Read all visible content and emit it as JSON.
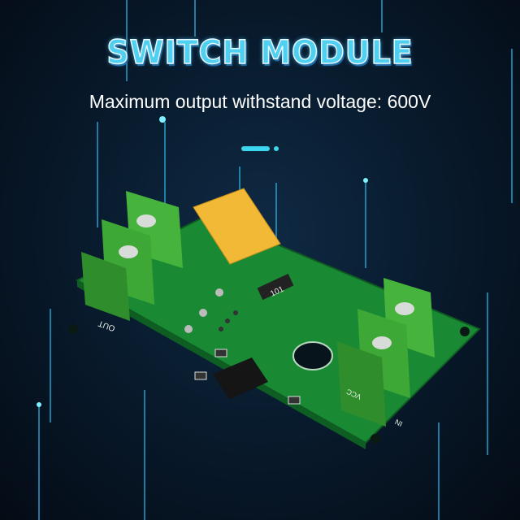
{
  "banner": {
    "title": "SWITCH MODULE",
    "subtitle": "Maximum output withstand voltage: 600V"
  },
  "board": {
    "out_label": "OUT",
    "in_label": "IN",
    "vcc_label": "VCC",
    "resistor_label": "101"
  },
  "colors": {
    "accent": "#3cd6ee",
    "pcb": "#1f9a3a",
    "terminal": "#3fae3a",
    "capacitor": "#f2b936"
  },
  "carousel": {
    "active_index": 0,
    "count": 2
  }
}
